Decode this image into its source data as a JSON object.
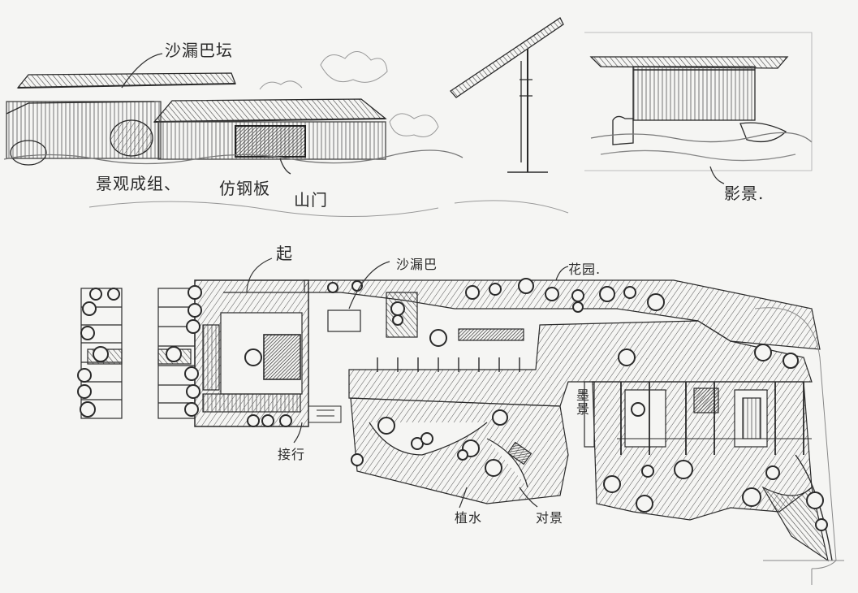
{
  "annotations": {
    "wall_type": "沙漏巴坛",
    "view_framing": "景观成组、",
    "material": "仿钢板",
    "entrance": "山门",
    "reflection": "影景.",
    "start": "起",
    "wall_plan": "沙漏巴",
    "garden": "花园.",
    "path": "接行",
    "water": "植水",
    "scenery": "对景",
    "vertical_note": "墨景"
  },
  "style": {
    "paper": "#f5f5f3",
    "ink": "#2a2a2a",
    "hatch": "#555555"
  }
}
